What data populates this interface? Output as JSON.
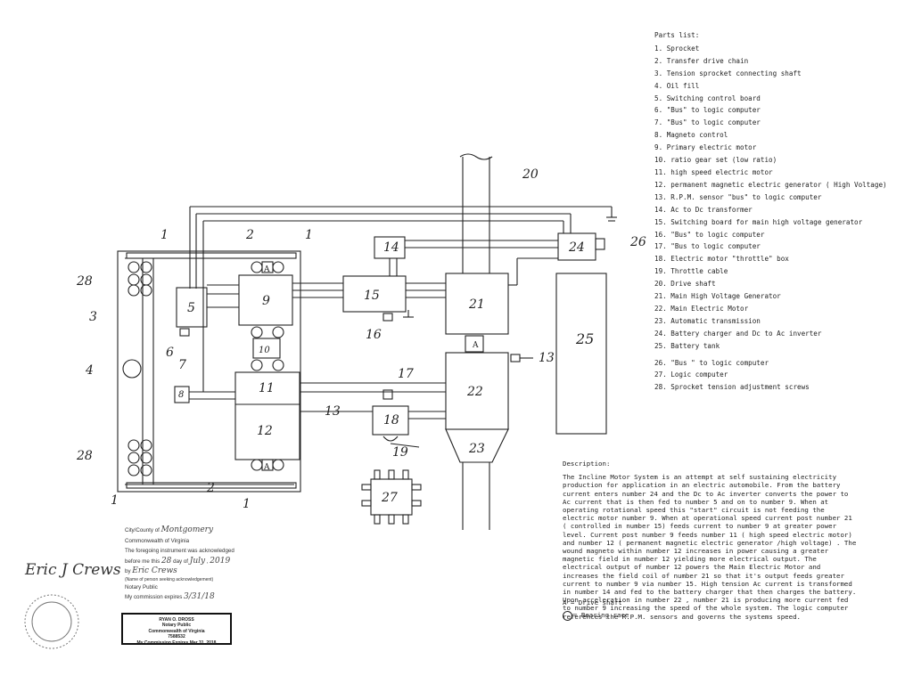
{
  "parts_list": {
    "heading": "Parts list:",
    "items": [
      "1. Sprocket",
      "2. Transfer drive chain",
      "3. Tension sprocket connecting shaft",
      "4. Oil fill",
      "5. Switching control board",
      "6. \"Bus\" to logic computer",
      "7. \"Bus\" to logic computer",
      "8. Magneto control",
      "9. Primary electric motor",
      "10. ratio gear set (low ratio)",
      "11. high speed electric motor",
      "12. permanent magnetic electric generator ( High Voltage)",
      "13. R.P.M. sensor \"bus\" to logic computer",
      "14. Ac to Dc transformer",
      "15. Switching board for main high voltage generator",
      "16. \"Bus\" to logic computer",
      "17. \"Bus to logic computer",
      "18. Electric motor \"throttle\" box",
      "19. Throttle cable",
      "20. Drive shaft",
      "21. Main High Voltage Generator",
      "22. Main Electric Motor",
      "23. Automatic transmission",
      "24. Battery charger and Dc to Ac inverter",
      "25. Battery tank",
      "26. \"Bus \" to logic computer",
      "27. Logic computer",
      "28. Sprocket tension adjustment screws"
    ]
  },
  "description": {
    "heading": "Description:",
    "text": "The Incline Motor System is an attempt at self sustaining electricity production for application in an electric automobile.  From the battery current enters number 24 and the Dc to Ac inverter converts the power to Ac current that is then fed to number 5 and on to number 9.  When at operating rotational speed this \"start\" circuit is not feeding the electric motor number 9. When at operational speed current post number 21 ( controlled in number 15) feeds current to number 9 at greater power level.  Current post number 9 feeds number 11 ( high speed electric motor) and number 12 ( permanent magnetic electric generator /high voltage) . The wound magneto within number 12 increases in power causing a greater magnetic field in number 12 yielding more electrical output.  The electrical output of number 12 powers the Main Electric Motor and increases the field coil of number 21 so that it's output feeds greater current to number 9 via number 15.  High tension Ac current is transformed in number 14 and fed to the battery charger that then charges the battery. Upon acceleration in number 22 , number 21 is producing more current fed to number 9 increasing the speed of the whole system.  The logic computer references the R.P.M. sensors and governs the systems speed."
  },
  "legend": {
    "drive_shaft": "A  = Drive shaft",
    "bearing_race": "= Bearing race"
  },
  "diagram_labels": {
    "n1": "1",
    "n2": "2",
    "n3": "3",
    "n4": "4",
    "n5": "5",
    "n6": "6",
    "n7": "7",
    "n8": "8",
    "n9": "9",
    "n10": "10",
    "n11": "11",
    "n12": "12",
    "n13": "13",
    "n14": "14",
    "n15": "15",
    "n16": "16",
    "n17": "17",
    "n18": "18",
    "n19": "19",
    "n20": "20",
    "n21": "21",
    "n22": "22",
    "n23": "23",
    "n24": "24",
    "n25": "25",
    "n26": "26",
    "n27": "27",
    "n28": "28",
    "a": "A"
  },
  "notary": {
    "county_line": "City/County of",
    "county_value": "Montgomery",
    "commonwealth": "Commonwealth of Virginia",
    "ack_line": "The foregoing instrument was acknowledged",
    "before_me": "before me this",
    "day_value": "28",
    "day_of": "day of",
    "month_value": "July",
    "year_value": "2019",
    "by": "by",
    "by_value": "Eric Crews",
    "name_hint": "(Name of person seeking acknowledgement)",
    "notary_public": "Notary Public",
    "commission": "My commission expires",
    "commission_value": "3/31/18",
    "signature": "Eric J Crews",
    "stamp": {
      "line1": "RYAN O. DROSS",
      "line2": "Notary Public",
      "line3": "Commonwealth of Virginia",
      "line4": "7588532",
      "line5": "My Commission Expires Mar 31, 2018"
    }
  },
  "colors": {
    "ink": "#222222",
    "paper": "#ffffff"
  }
}
